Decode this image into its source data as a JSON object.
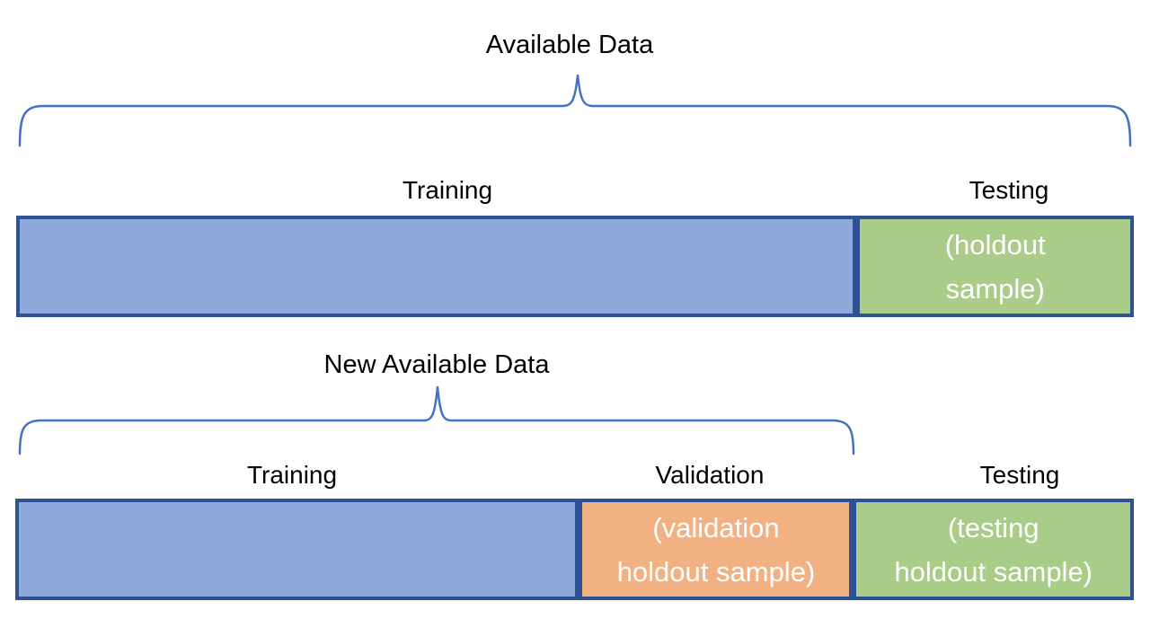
{
  "top_section": {
    "brace_label": "Available Data",
    "labels": {
      "training": "Training",
      "testing": "Testing"
    },
    "boxes": {
      "testing_line1": "(holdout",
      "testing_line2": "sample)"
    },
    "segments": {
      "training_width": "75.2%",
      "testing_width": "24.8%"
    }
  },
  "bottom_section": {
    "brace_label": "New Available Data",
    "labels": {
      "training": "Training",
      "validation": "Validation",
      "testing": "Testing"
    },
    "boxes": {
      "validation_line1": "(validation",
      "validation_line2": "holdout sample)",
      "testing_line1": "(testing",
      "testing_line2": "holdout sample)"
    },
    "segments": {
      "training_width": "50.4%",
      "validation_width": "24.5%",
      "testing_width": "25.1%"
    }
  },
  "colors": {
    "training_fill": "#8FA9DC",
    "validation_fill": "#F1B183",
    "testing_fill": "#A9CC88",
    "segment_border": "#2E5395",
    "brace_stroke": "#4472C4",
    "box_text": "#FFFFFF",
    "label_text": "#000000",
    "background": "#FFFFFF"
  }
}
